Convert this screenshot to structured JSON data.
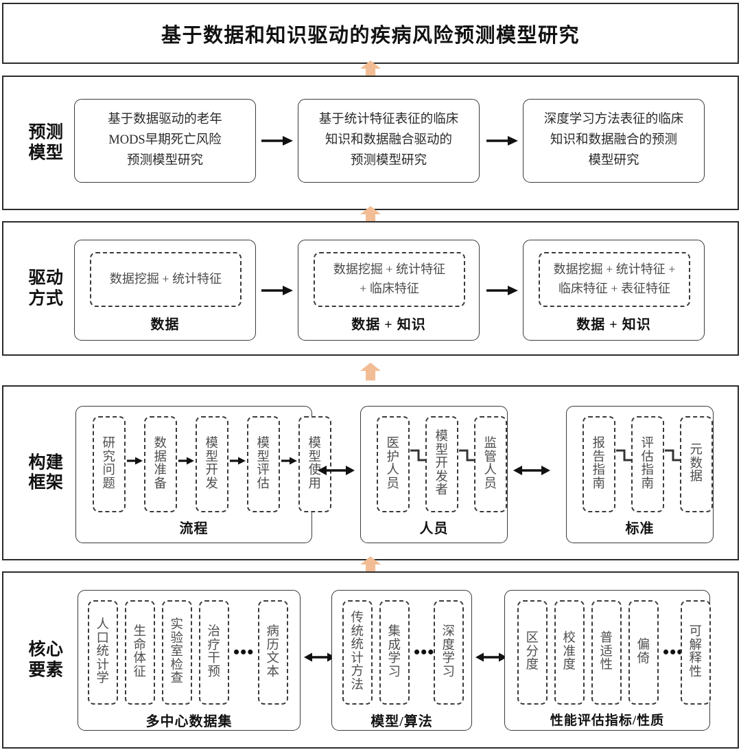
{
  "title": "基于数据和知识驱动的疾病风险预测模型研究",
  "colors": {
    "arrow_orange": "#F2BD95",
    "border": "#2b2b2b",
    "text": "#1a1a1a"
  },
  "sections": {
    "prediction": {
      "label": "预测模型",
      "cards": [
        "基于数据驱动的老年MODS早期死亡风险预测模型研究",
        "基于统计特征表征的临床知识和数据融合驱动的预测模型研究",
        "深度学习方法表征的临床知识和数据融合的预测模型研究"
      ],
      "card_lines": [
        [
          "基于数据驱动的老年",
          "MODS早期死亡风险",
          "预测模型研究"
        ],
        [
          "基于统计特征表征的临床",
          "知识和数据融合驱动的",
          "预测模型研究"
        ],
        [
          "深度学习方法表征的临床",
          "知识和数据融合的预测",
          "模型研究"
        ]
      ]
    },
    "driving": {
      "label": "驱动方式",
      "groups": [
        {
          "content_lines": [
            "数据挖掘 + 统计特征"
          ],
          "caption": "数据"
        },
        {
          "content_lines": [
            "数据挖掘 + 统计特征",
            "+ 临床特征"
          ],
          "caption": "数据 + 知识"
        },
        {
          "content_lines": [
            "数据挖掘 + 统计特征 +",
            "临床特征 + 表征特征"
          ],
          "caption": "数据 + 知识"
        }
      ]
    },
    "framework": {
      "label": "构建框架",
      "groups": [
        {
          "caption": "流程",
          "items": [
            "研究问题",
            "数据准备",
            "模型开发",
            "模型评估",
            "模型使用"
          ],
          "connector": "arrow"
        },
        {
          "caption": "人员",
          "items": [
            "医护人员",
            "模型开发者",
            "监管人员"
          ],
          "connector": "elbow"
        },
        {
          "caption": "标准",
          "items": [
            "报告指南",
            "评估指南",
            "元数据"
          ],
          "connector": "elbow"
        }
      ]
    },
    "core": {
      "label": "核心要素",
      "groups": [
        {
          "caption": "多中心数据集",
          "items": [
            "人口统计学",
            "生命体征",
            "实验室检查",
            "治疗干预",
            "病历文本"
          ],
          "ellipsis_after": 4
        },
        {
          "caption": "模型/算法",
          "items": [
            "传统统计方法",
            "集成学习",
            "深度学习"
          ],
          "ellipsis_after": 2
        },
        {
          "caption": "性能评估指标/性质",
          "items": [
            "区分度",
            "校准度",
            "普适性",
            "偏倚",
            "可解释性"
          ],
          "ellipsis_after": 4
        }
      ]
    }
  },
  "ellipsis": "•••"
}
